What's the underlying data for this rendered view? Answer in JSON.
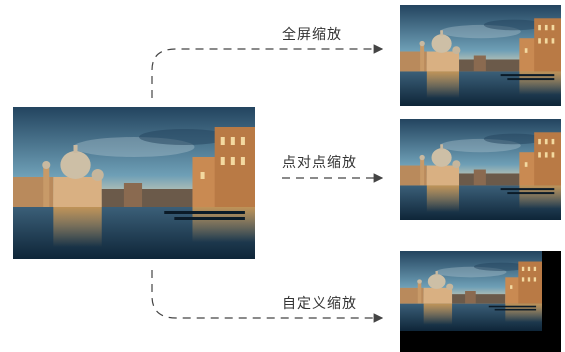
{
  "diagram": {
    "labels": {
      "full": "全屏缩放",
      "point": "点对点缩放",
      "custom": "自定义缩放"
    },
    "colors": {
      "sky_top": "#2c4f6e",
      "sky_mid": "#7fb0c4",
      "sky_horizon": "#e7d6b4",
      "water": "#163a57",
      "building": "#d6a56c",
      "dome": "#c9b9a0",
      "line": "#444444",
      "text": "#333333"
    }
  }
}
